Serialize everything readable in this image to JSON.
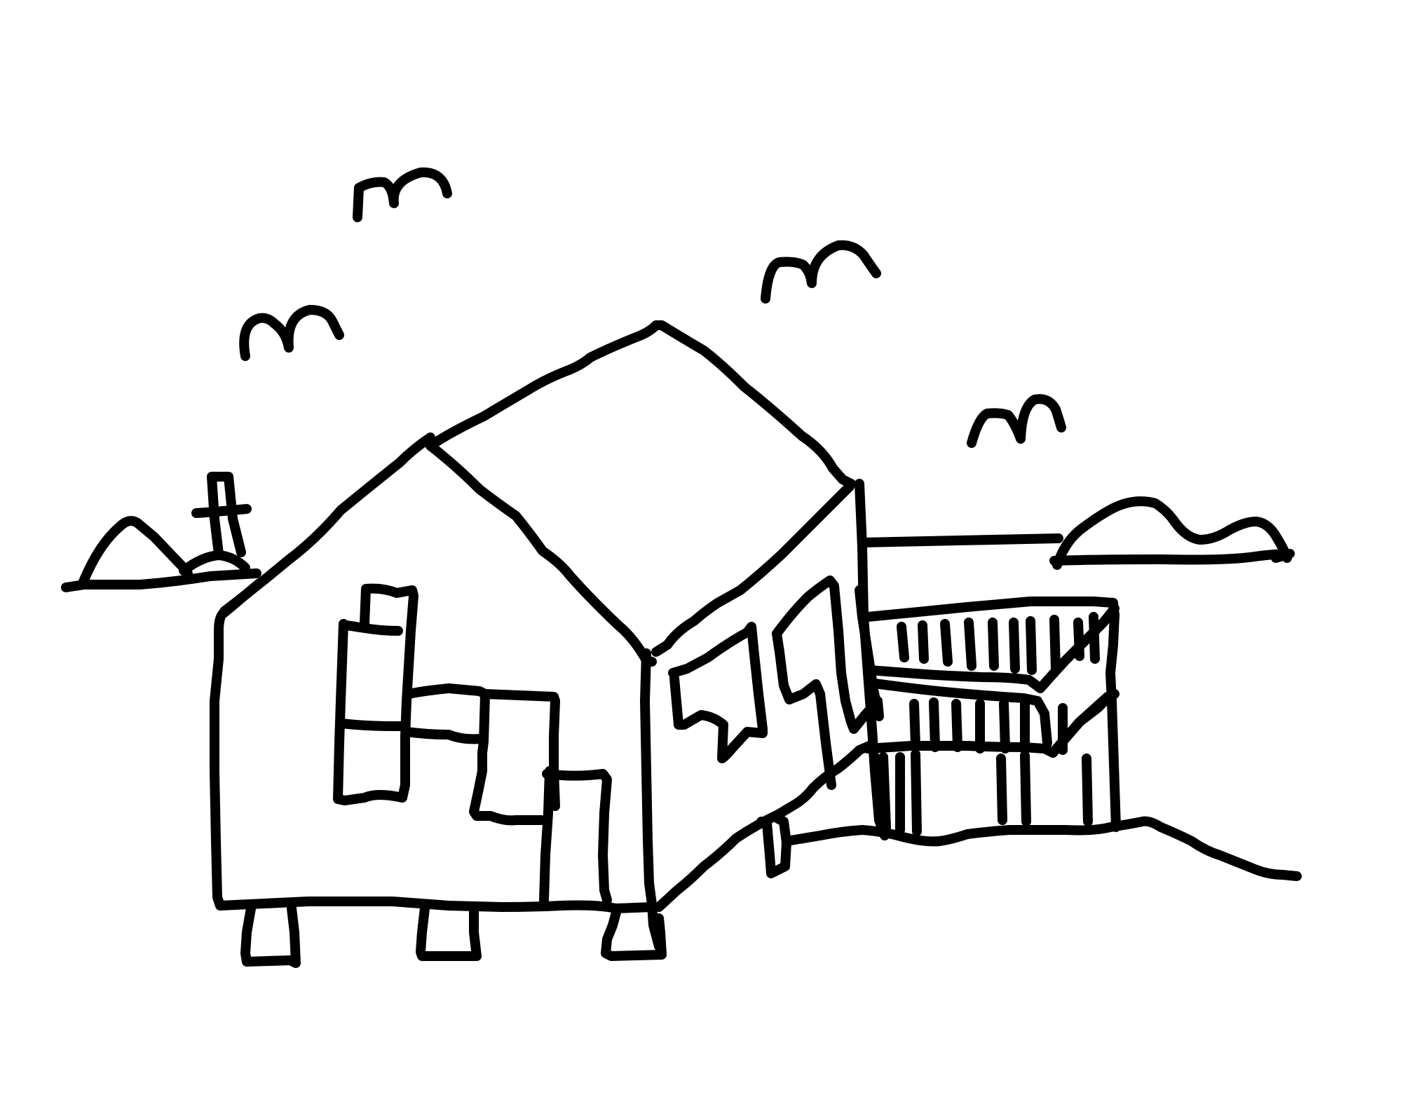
{
  "drawing": {
    "style": "black marker line drawing on white background",
    "colors": {
      "ink": "#000000",
      "paper": "#ffffff"
    },
    "subjects": [
      "house-on-stilts",
      "birds",
      "hills",
      "ground",
      "bridge",
      "laundry"
    ]
  }
}
